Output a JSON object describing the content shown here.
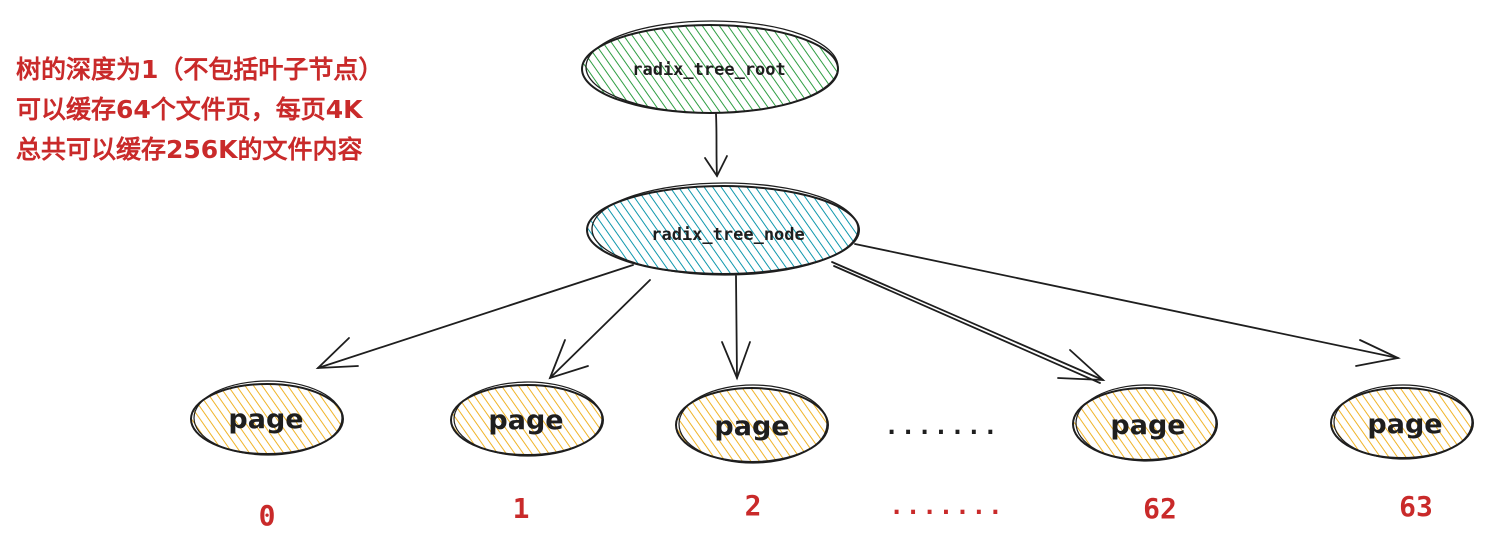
{
  "annotation": {
    "lines": [
      "树的深度为1（不包括叶子节点）",
      "可以缓存64个文件页，每页4K",
      "总共可以缓存256K的文件内容"
    ]
  },
  "root": {
    "label": "radix_tree_root",
    "color": "#2f9e44"
  },
  "node": {
    "label": "radix_tree_node",
    "color": "#1098ad"
  },
  "pages": [
    {
      "label": "page",
      "index": "0"
    },
    {
      "label": "page",
      "index": "1"
    },
    {
      "label": "page",
      "index": "2"
    },
    {
      "label": "page",
      "index": "62"
    },
    {
      "label": "page",
      "index": "63"
    }
  ],
  "ellipsis": {
    "between_pages": ".......",
    "between_indices": "......."
  },
  "colors": {
    "page_fill": "#f0b429",
    "annotation": "#c92a2a",
    "stroke": "#1e1e1e"
  }
}
